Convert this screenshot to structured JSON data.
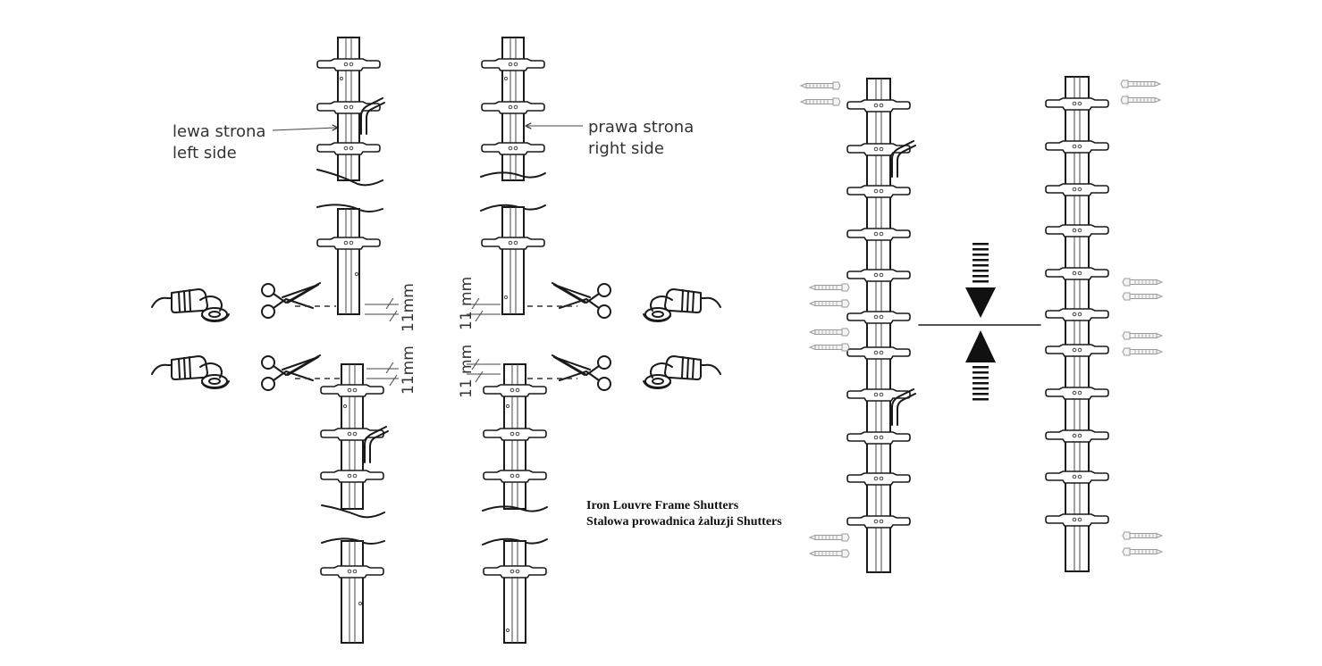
{
  "labels": {
    "left_pl": "lewa strona",
    "left_en": "left side",
    "right_pl": "prawa strona",
    "right_en": "right side",
    "cut_top_left": "11mm",
    "cut_bottom_left": "11mm",
    "cut_top_right": "11 mm",
    "cut_bottom_right": "11 mm"
  },
  "product": {
    "title_en": "Iron Louvre Frame Shutters",
    "title_pl": "Stalowa prowadnica żaluzji Shutters"
  },
  "colors": {
    "ink": "#1a1a1a",
    "label": "#333333",
    "screw": "#9a9a9a",
    "background": "#ffffff"
  },
  "icons": [
    "angle-grinder-icon",
    "scissors-icon",
    "screw-icon",
    "arrow-down-icon",
    "arrow-up-icon"
  ]
}
